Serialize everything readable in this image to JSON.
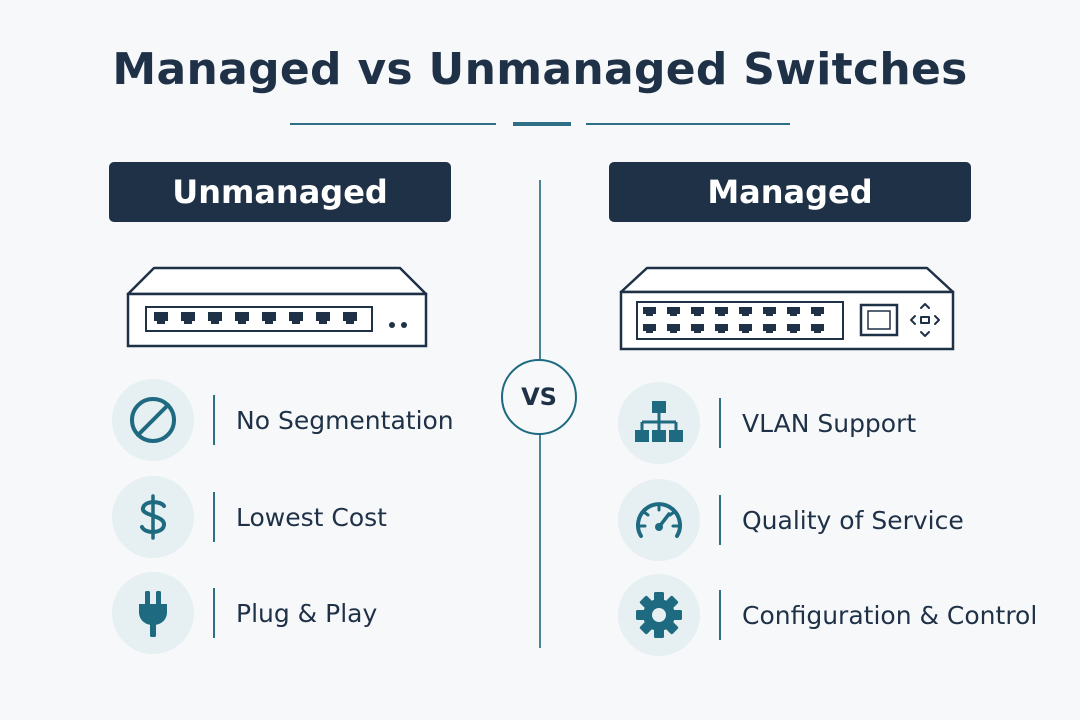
{
  "title": "Managed vs Unmanaged Switches",
  "vs_label": "VS",
  "colors": {
    "navy": "#1f3147",
    "teal": "#1e6a80",
    "icon_bg": "#e6eff2",
    "background": "#f7f8fa"
  },
  "unmanaged": {
    "heading": "Unmanaged",
    "features": [
      {
        "label": "No Segmentation",
        "icon": "prohibited-icon"
      },
      {
        "label": "Lowest Cost",
        "icon": "dollar-icon"
      },
      {
        "label": "Plug & Play",
        "icon": "plug-icon"
      }
    ]
  },
  "managed": {
    "heading": "Managed",
    "features": [
      {
        "label": "VLAN Support",
        "icon": "network-hierarchy-icon"
      },
      {
        "label": "Quality of Service",
        "icon": "speedometer-icon"
      },
      {
        "label": "Configuration & Control",
        "icon": "gear-icon"
      }
    ]
  }
}
